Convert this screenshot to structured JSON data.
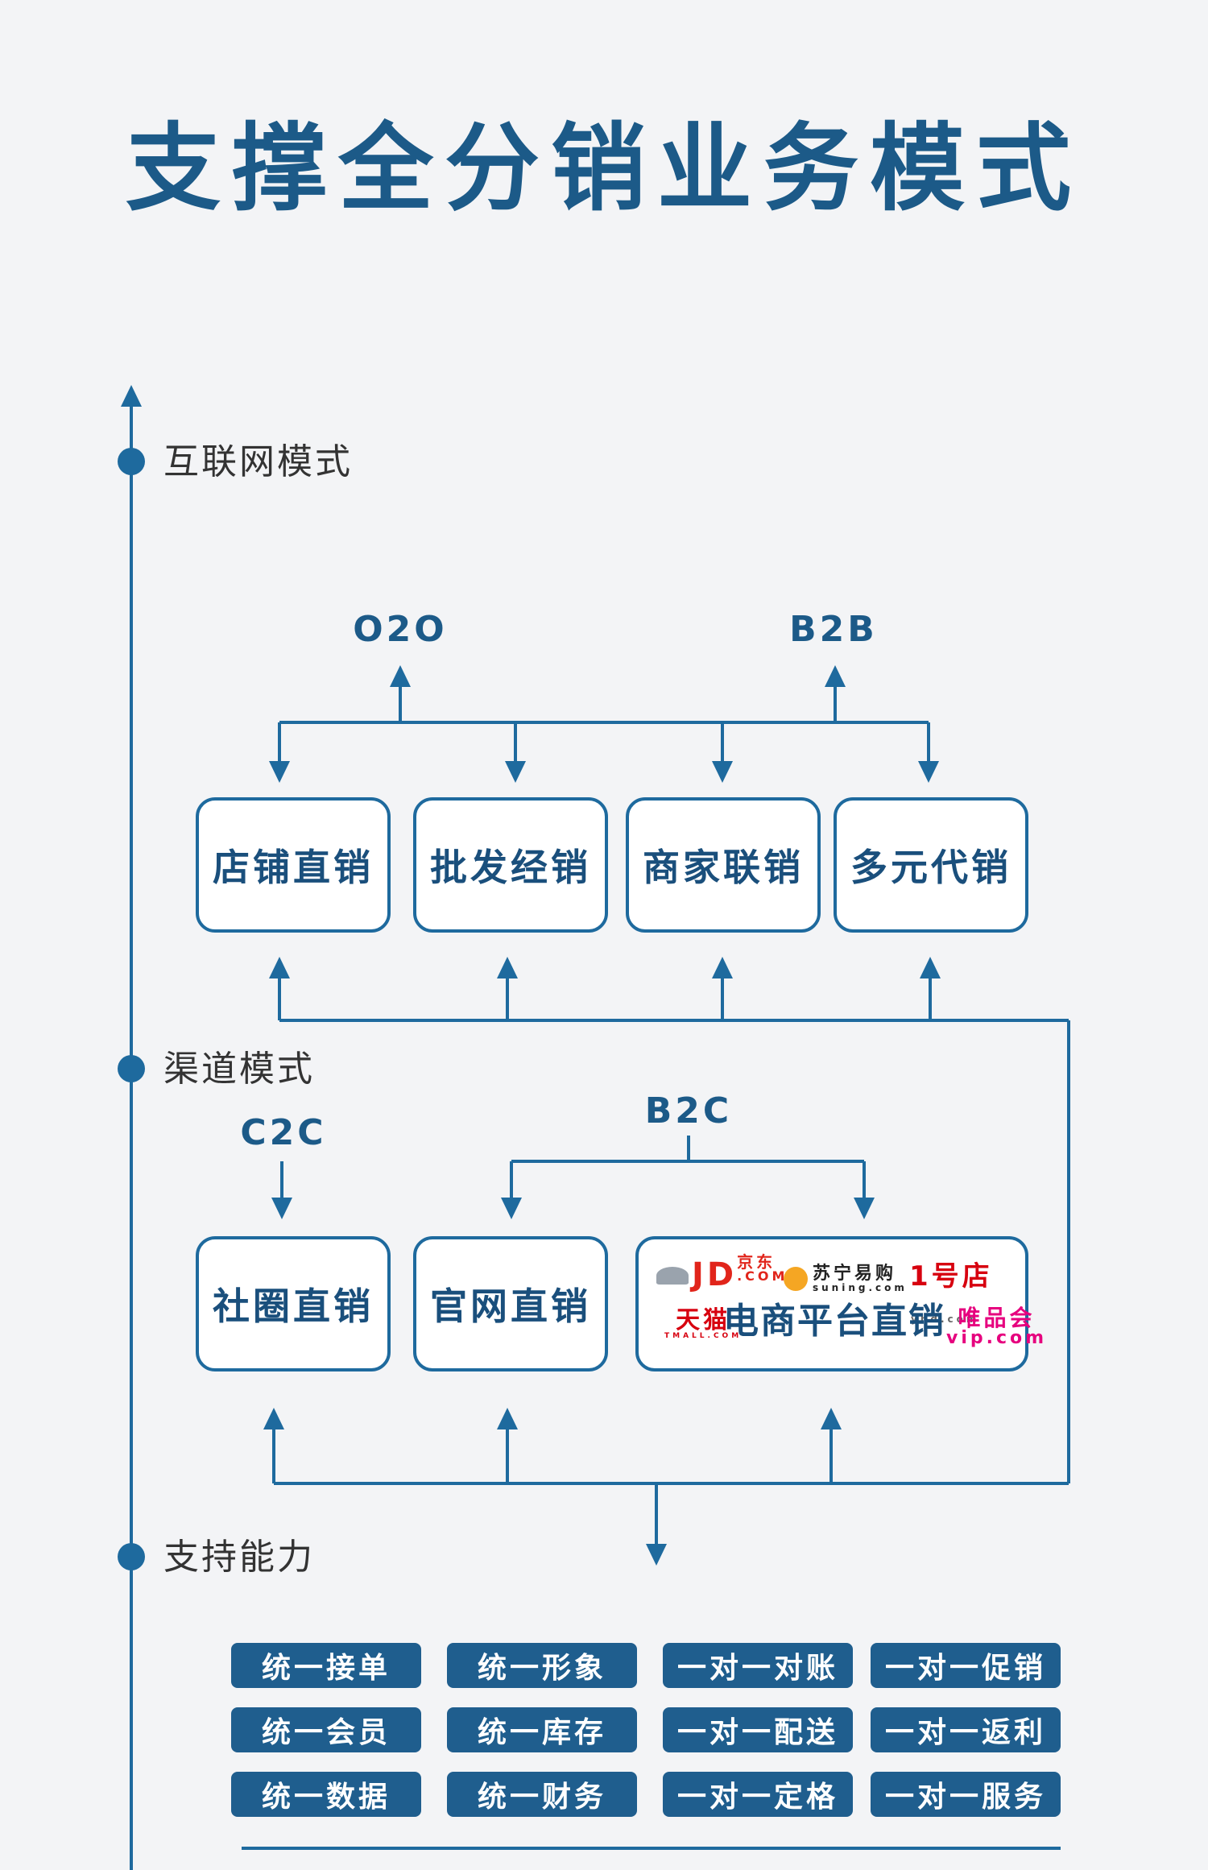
{
  "title": "支撑全分销业务模式",
  "sections": {
    "internet": "互联网模式",
    "channel": "渠道模式",
    "support": "支持能力"
  },
  "flows": {
    "o2o": "O2O",
    "b2b": "B2B",
    "c2c": "C2C",
    "b2c": "B2C"
  },
  "internet_boxes": [
    "店铺直销",
    "批发经销",
    "商家联销",
    "多元代销"
  ],
  "channel_boxes": [
    "社圈直销",
    "官网直销"
  ],
  "ecommerce": {
    "label": "电商平台直销",
    "logos": {
      "jd": "JD",
      "jd_sub": "京东",
      "jd_com": ".COM",
      "suning": "苏宁易购",
      "suning_sub": "suning.com",
      "yhd": "1号店",
      "yhd_sub": "yhd.com",
      "tmall": "天猫",
      "tmall_sub": "TMALL.COM",
      "vip": "唯品会",
      "vip_sub": "vip.com"
    }
  },
  "capabilities": [
    [
      "统一接单",
      "统一形象",
      "一对一对账",
      "一对一促销"
    ],
    [
      "统一会员",
      "统一库存",
      "一对一配送",
      "一对一返利"
    ],
    [
      "统一数据",
      "统一财务",
      "一对一定格",
      "一对一服务"
    ]
  ],
  "colors": {
    "primary": "#1c5a88",
    "line": "#1e6a9e",
    "box_text": "#1a4f7c",
    "jd_red": "#e1251b",
    "suning_yellow": "#f5a623",
    "tmall_red": "#d7000f",
    "vip_pink": "#e6007e"
  }
}
